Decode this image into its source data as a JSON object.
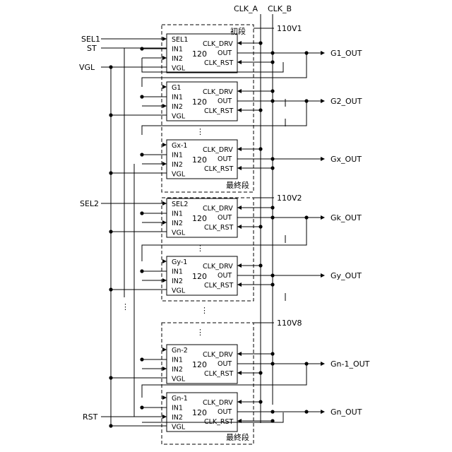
{
  "clock_labels": {
    "clk_a": "CLK_A",
    "clk_b": "CLK_B"
  },
  "inputs": {
    "sel1": "SEL1",
    "st": "ST",
    "vgl": "VGL",
    "sel2": "SEL2",
    "rst": "RST"
  },
  "groups": [
    {
      "ref": "110V1",
      "top_label": "初段",
      "bottom_label": "最終段"
    },
    {
      "ref": "110V2",
      "top_label": "",
      "bottom_label": ""
    },
    {
      "ref": "110V8",
      "top_label": "",
      "bottom_label": "最終段"
    }
  ],
  "block_number": "120",
  "right_pins": {
    "clk_drv": "CLK_DRV",
    "out": "OUT",
    "clk_rst": "CLK_RST"
  },
  "stages": [
    {
      "in0": "SEL1",
      "in1": "IN1",
      "in2": "IN2",
      "vgl": "VGL",
      "output": "G1_OUT"
    },
    {
      "in0": "G1",
      "in1": "IN1",
      "in2": "IN2",
      "vgl": "VGL",
      "output": "G2_OUT"
    },
    {
      "in0": "Gx-1",
      "in1": "IN1",
      "in2": "IN2",
      "vgl": "VGL",
      "output": "Gx_OUT"
    },
    {
      "in0": "SEL2",
      "in1": "IN1",
      "in2": "IN2",
      "vgl": "VGL",
      "output": "Gk_OUT"
    },
    {
      "in0": "Gy-1",
      "in1": "IN1",
      "in2": "IN2",
      "vgl": "VGL",
      "output": "Gy_OUT"
    },
    {
      "in0": "Gn-2",
      "in1": "IN1",
      "in2": "IN2",
      "vgl": "VGL",
      "output": "Gn-1_OUT"
    },
    {
      "in0": "Gn-1",
      "in1": "IN1",
      "in2": "IN2",
      "vgl": "VGL",
      "output": "Gn_OUT"
    }
  ],
  "ellipsis": "⋮"
}
